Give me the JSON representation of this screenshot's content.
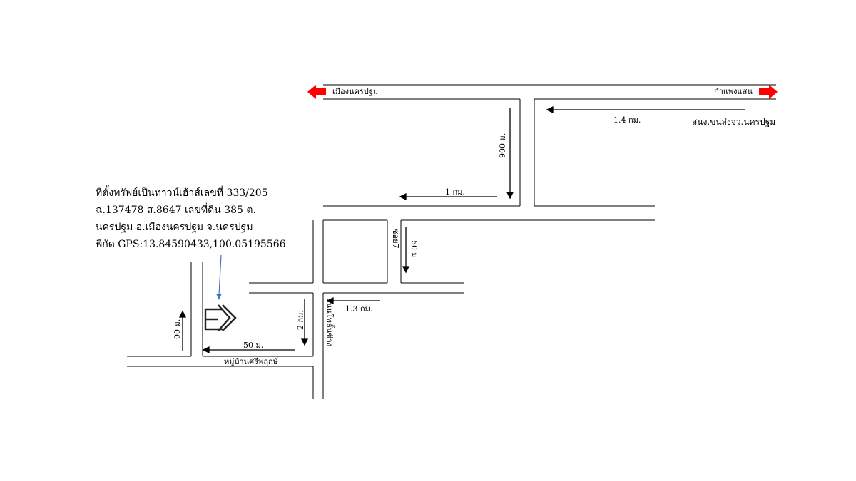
{
  "map": {
    "destinations": {
      "left": "เมืองนครปฐม",
      "right": "กำแพงแสน"
    },
    "landmark_top_right": "สนง.ขนส่งจว.นครปฐม",
    "distances": {
      "top_right_road": "1.4 กม.",
      "vertical_top": "900 ม.",
      "middle": "1 กม.",
      "soi7_down": "50 ม.",
      "lower_right": "1.3 กม.",
      "center_vertical": "2 กม.",
      "bottom_left": "50 ม.",
      "left_vertical": "00 ม."
    },
    "road_names": {
      "soi": "ซอย7",
      "main_vertical": "ถนนโพลั้นช้าง",
      "village": "หมู่บ้านศรีพฤกษ์"
    },
    "property_info": [
      "ที่ตั้งทรัพย์เป็นทาวน์เฮ้าส์เลขที่ 333/205",
      "ฉ.137478 ส.8647 เลขที่ดิน 385 ต.",
      "นครปฐม อ.เมืองนครปฐม จ.นครปฐม",
      "พิกัด GPS:13.84590433,100.05195566"
    ],
    "colors": {
      "direction_arrow": "#ff0000",
      "pointer": "#4472c4",
      "road_line": "#000000"
    },
    "icons": {
      "direction_left": "red-arrow-left-icon",
      "direction_right": "red-arrow-right-icon",
      "property": "property-logo-icon"
    }
  }
}
